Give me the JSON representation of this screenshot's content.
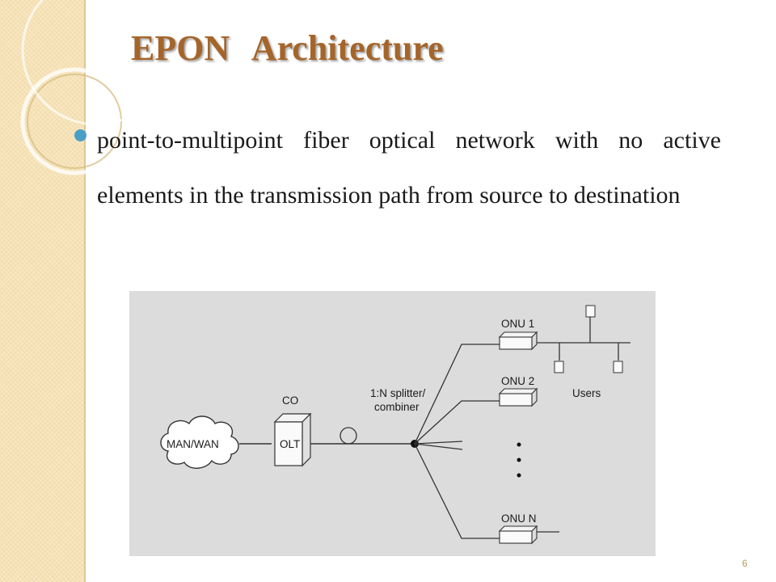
{
  "slide": {
    "title": "EPON   Architecture",
    "bullet": "point-to-multipoint fiber optical network with no active elements in the transmission path from source to destination",
    "page_number": "6"
  },
  "diagram": {
    "man_wan": "MAN/WAN",
    "co": "CO",
    "olt": "OLT",
    "splitter_line1": "1:N splitter/",
    "splitter_line2": "combiner",
    "onu1": "ONU 1",
    "onu2": "ONU 2",
    "onuN": "ONU N",
    "users": "Users"
  },
  "colors": {
    "title": "#a5652a",
    "bullet_dot": "#4a9fc8",
    "side_band": "#f6e2b6",
    "diagram_background": "#dcdcdc"
  }
}
